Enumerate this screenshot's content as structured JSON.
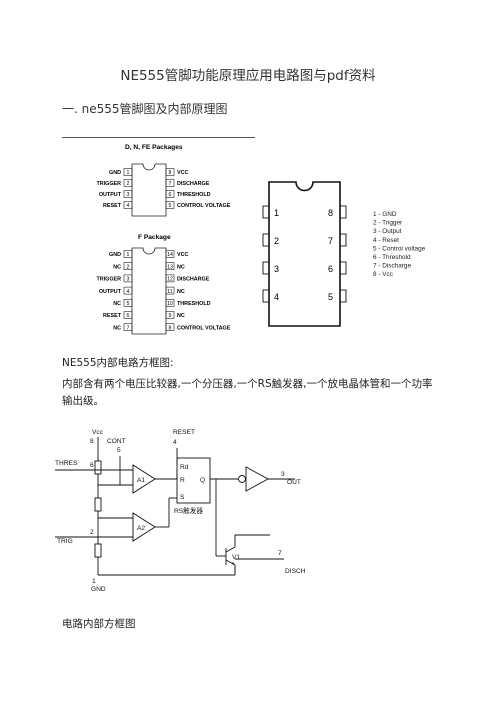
{
  "page": {
    "title": "NE555管脚功能原理应用电路图与pdf资料",
    "section1": "一. ne555管脚图及内部原理图",
    "block_diagram_heading": "NE555内部电路方框图:",
    "description": "内部含有两个电压比较器,一个分压器,一个RS触发器,一个放电晶体管和一个功率输出级。",
    "caption": "电路内部方框图"
  },
  "dip8": {
    "heading": "D, N, FE Packages",
    "left": [
      {
        "num": "1",
        "name": "GND"
      },
      {
        "num": "2",
        "name": "TRIGGER"
      },
      {
        "num": "3",
        "name": "OUTPUT"
      },
      {
        "num": "4",
        "name": "RESET"
      }
    ],
    "right": [
      {
        "num": "8",
        "name": "VCC"
      },
      {
        "num": "7",
        "name": "DISCHARGE"
      },
      {
        "num": "6",
        "name": "THRESHOLD"
      },
      {
        "num": "5",
        "name": "CONTROL VOLTAGE"
      }
    ]
  },
  "dip14": {
    "heading": "F Package",
    "left": [
      {
        "num": "1",
        "name": "GND"
      },
      {
        "num": "2",
        "name": "NC"
      },
      {
        "num": "3",
        "name": "TRIGGER"
      },
      {
        "num": "4",
        "name": "OUTPUT"
      },
      {
        "num": "5",
        "name": "NC"
      },
      {
        "num": "6",
        "name": "RESET"
      },
      {
        "num": "7",
        "name": "NC"
      }
    ],
    "right": [
      {
        "num": "14",
        "name": "VCC"
      },
      {
        "num": "13",
        "name": "NC"
      },
      {
        "num": "12",
        "name": "DISCHARGE"
      },
      {
        "num": "11",
        "name": "NC"
      },
      {
        "num": "10",
        "name": "THRESHOLD"
      },
      {
        "num": "9",
        "name": "NC"
      },
      {
        "num": "8",
        "name": "CONTROL VOLTAGE"
      }
    ]
  },
  "big_chip": {
    "left_pins": [
      "1",
      "2",
      "3",
      "4"
    ],
    "right_pins": [
      "8",
      "7",
      "6",
      "5"
    ],
    "legend": [
      "1 - GND",
      "2 - Trigger",
      "3 - Output",
      "4 - Reset",
      "5 - Control voltage",
      "6 - Threshold",
      "7 - Discharge",
      "8 - Vcc"
    ]
  },
  "block": {
    "vcc": "Vcc",
    "pin8": "8",
    "cont": "CONT",
    "pin5": "5",
    "reset": "RESET",
    "pin4": "4",
    "thres": "THRES",
    "pin6": "6",
    "trig": "TRIG",
    "pin2": "2",
    "gnd": "GND",
    "pin1": "1",
    "a1": "A1",
    "a2": "A2",
    "ff_rd": "Rd",
    "ff_r": "R",
    "ff_s": "S",
    "ff_q": "Q",
    "rs_label": "RS触发器",
    "out": "OUT",
    "pin3": "3",
    "t1": "V1",
    "disch": "DISCH",
    "pin7": "7"
  }
}
